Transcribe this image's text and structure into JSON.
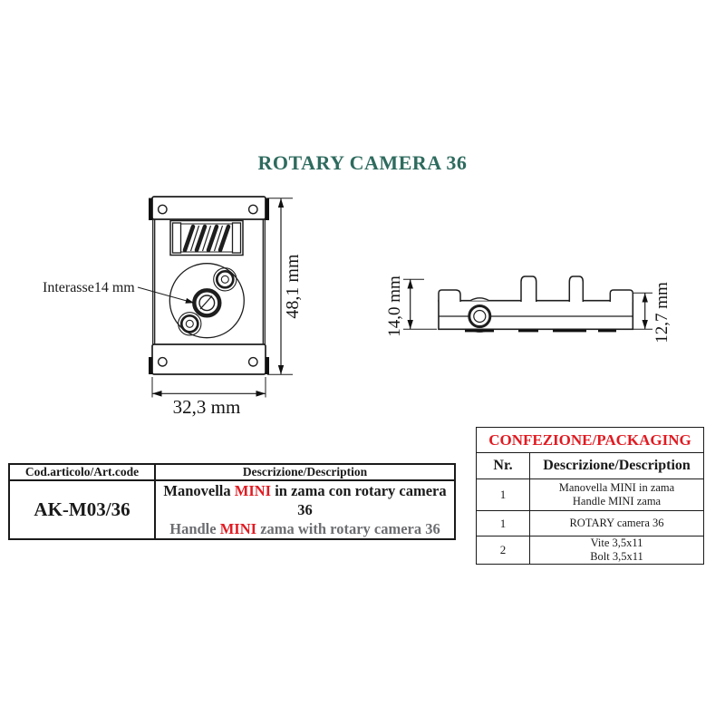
{
  "page": {
    "title": "ROTARY CAMERA 36"
  },
  "front_view": {
    "interasse_label": "Interasse14 mm",
    "height_dim": "48,1 mm",
    "width_dim": "32,3 mm"
  },
  "side_view": {
    "total_height_dim": "14,0 mm",
    "body_height_dim": "12,7 mm"
  },
  "article_table": {
    "code_header": "Cod.articolo/Art.code",
    "description_header": "Descrizione/Description",
    "code": "AK-M03/36",
    "desc_it": {
      "prefix": "Manovella ",
      "highlight": "MINI",
      "suffix": " in zama con rotary camera 36"
    },
    "desc_en": {
      "prefix": "Handle ",
      "highlight": "MINI",
      "suffix": " zama with rotary camera 36"
    }
  },
  "packaging_table": {
    "title": "CONFEZIONE/PACKAGING",
    "nr_header": "Nr.",
    "description_header": "Descrizione/Description",
    "rows": [
      {
        "nr": "1",
        "line1": "Manovella MINI in zama",
        "line2": "Handle MINI zama"
      },
      {
        "nr": "1",
        "line1": "ROTARY camera 36",
        "line2": ""
      },
      {
        "nr": "2",
        "line1": "Vite 3,5x11",
        "line2": "Bolt 3,5x11"
      }
    ]
  },
  "colors": {
    "title_green": "#2E6B5E",
    "accent_red": "#E11B22",
    "secondary_gray": "#6D6E71",
    "line_black": "#1a1a1a"
  }
}
